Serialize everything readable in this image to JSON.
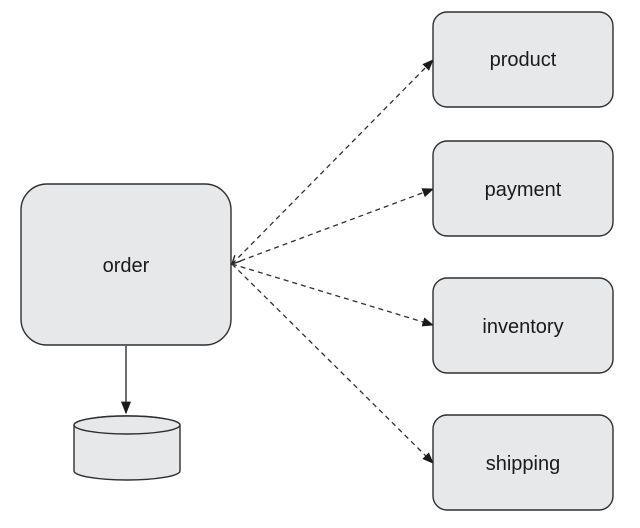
{
  "diagram": {
    "central_node": {
      "label": "order"
    },
    "dependencies": [
      {
        "label": "product"
      },
      {
        "label": "payment"
      },
      {
        "label": "inventory"
      },
      {
        "label": "shipping"
      }
    ],
    "database": {
      "icon": "database-icon"
    }
  }
}
